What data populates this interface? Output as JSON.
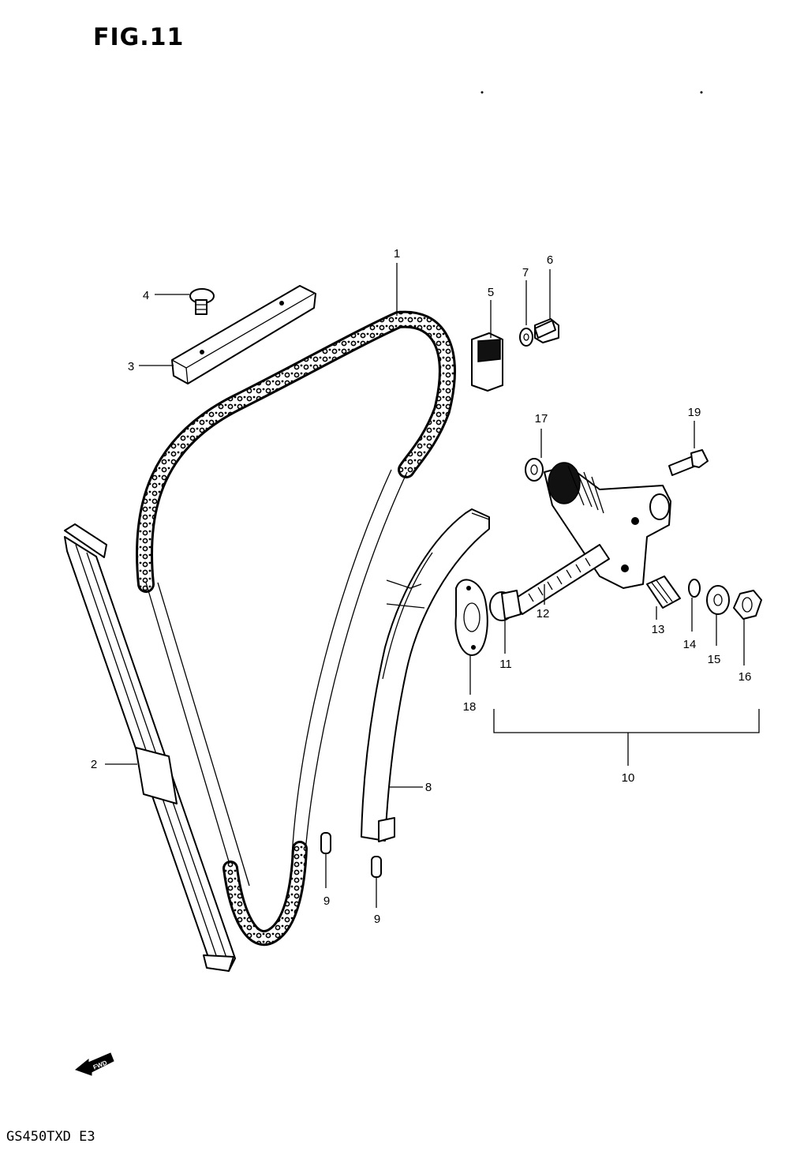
{
  "figure": {
    "title": "FIG.11",
    "model_code": "GS450TXD E3"
  },
  "callouts": [
    {
      "id": "1",
      "label": "1"
    },
    {
      "id": "2",
      "label": "2"
    },
    {
      "id": "3",
      "label": "3"
    },
    {
      "id": "4",
      "label": "4"
    },
    {
      "id": "5",
      "label": "5"
    },
    {
      "id": "6",
      "label": "6"
    },
    {
      "id": "7",
      "label": "7"
    },
    {
      "id": "8",
      "label": "8"
    },
    {
      "id": "9a",
      "label": "9"
    },
    {
      "id": "9b",
      "label": "9"
    },
    {
      "id": "10",
      "label": "10"
    },
    {
      "id": "11",
      "label": "11"
    },
    {
      "id": "12",
      "label": "12"
    },
    {
      "id": "13",
      "label": "13"
    },
    {
      "id": "14",
      "label": "14"
    },
    {
      "id": "15",
      "label": "15"
    },
    {
      "id": "16",
      "label": "16"
    },
    {
      "id": "17",
      "label": "17"
    },
    {
      "id": "18",
      "label": "18"
    },
    {
      "id": "19",
      "label": "19"
    }
  ],
  "fwd_arrow": {
    "text": "FWD",
    "icon": "front-direction-arrow-icon"
  }
}
